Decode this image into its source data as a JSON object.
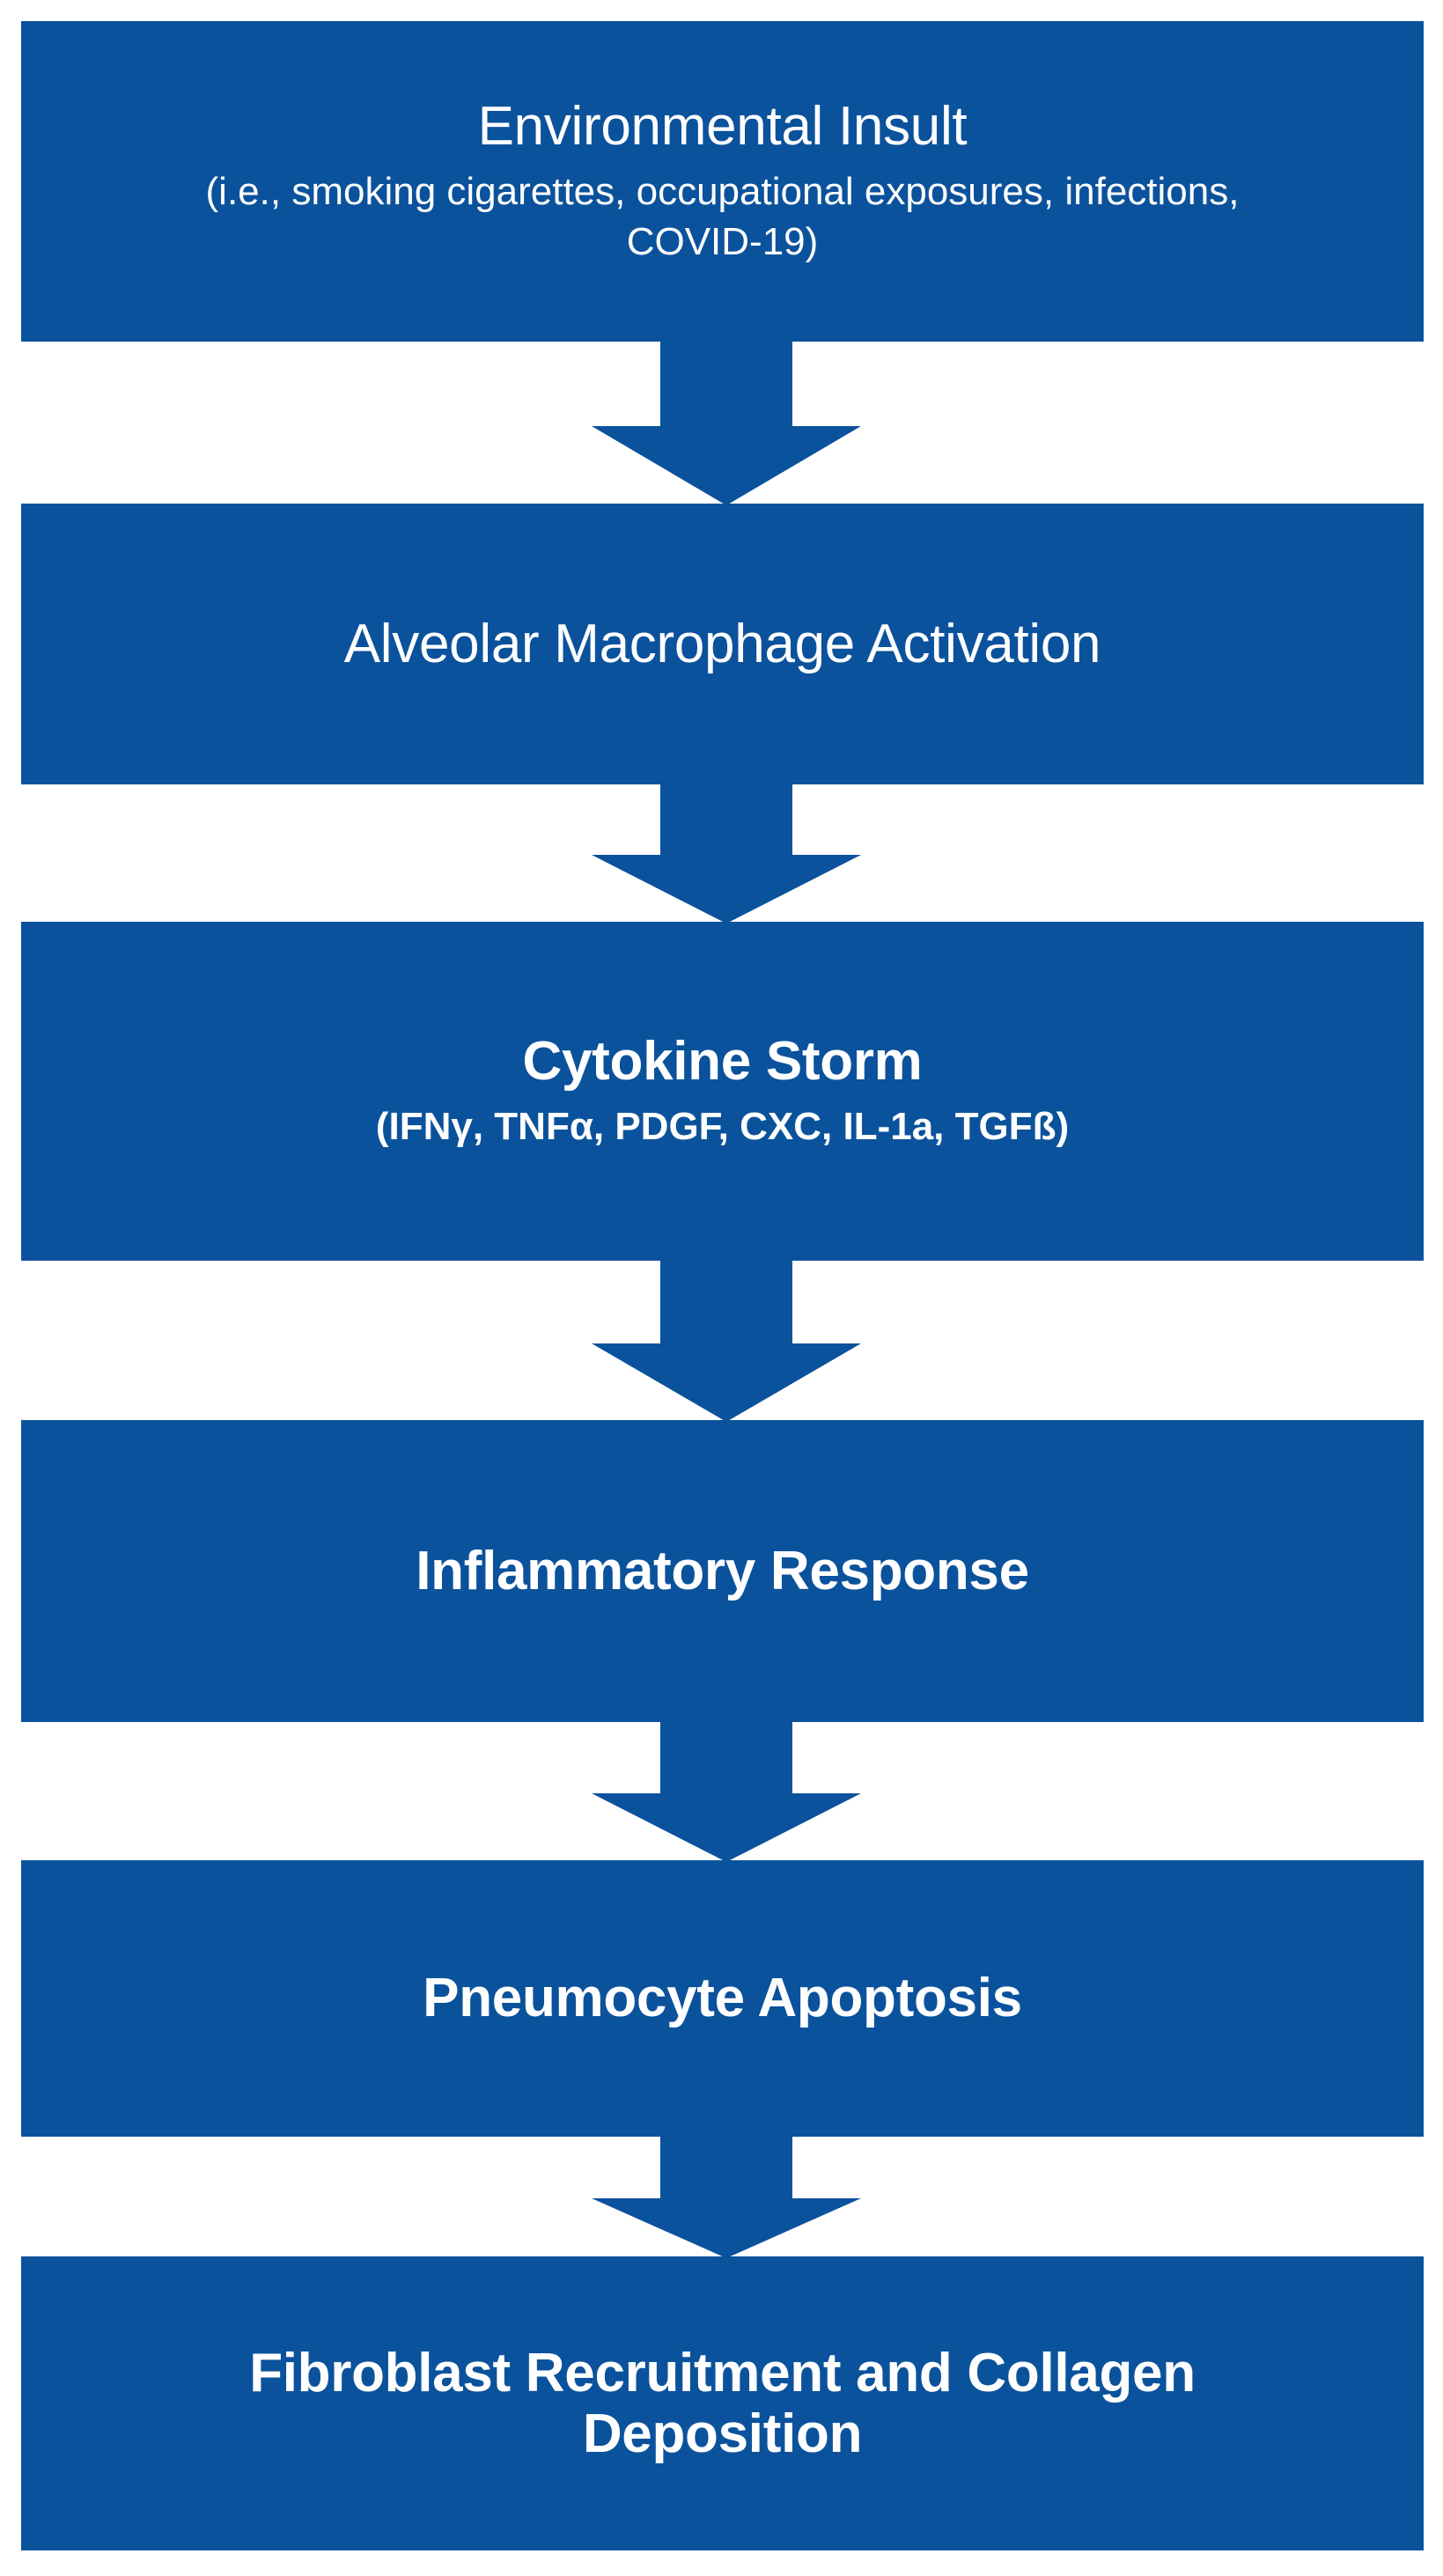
{
  "diagram": {
    "type": "vertical-flowchart",
    "orientation": "top-to-bottom",
    "accent_color": "#0b529c",
    "text_color": "#ffffff",
    "background_color": "#ffffff",
    "node_count": 6,
    "arrow_count": 5,
    "nodes": [
      {
        "id": "environmental-insult",
        "title": "Environmental Insult",
        "subtitle": "(i.e., smoking cigarettes, occupational exposures, infections, COVID-19)"
      },
      {
        "id": "alveolar-macrophage-activation",
        "title": "Alveolar Macrophage Activation",
        "subtitle": ""
      },
      {
        "id": "cytokine-storm",
        "title": "Cytokine Storm",
        "subtitle": "(IFNγ, TNFα, PDGF, CXC, IL-1a, TGFß)"
      },
      {
        "id": "inflammatory-response",
        "title": "Inflammatory Response",
        "subtitle": ""
      },
      {
        "id": "pneumocyte-apoptosis",
        "title": "Pneumocyte Apoptosis",
        "subtitle": ""
      },
      {
        "id": "fibroblast-recruitment",
        "title": "Fibroblast Recruitment and Collagen Deposition",
        "subtitle": ""
      }
    ],
    "arrows": [
      {
        "id": "arrow-insult-to-macrophage",
        "from": "environmental-insult",
        "to": "alveolar-macrophage-activation",
        "glyph": "down-arrow"
      },
      {
        "id": "arrow-macrophage-to-cytokine",
        "from": "alveolar-macrophage-activation",
        "to": "cytokine-storm",
        "glyph": "down-arrow"
      },
      {
        "id": "arrow-cytokine-to-inflammatory",
        "from": "cytokine-storm",
        "to": "inflammatory-response",
        "glyph": "down-arrow"
      },
      {
        "id": "arrow-inflammatory-to-apoptosis",
        "from": "inflammatory-response",
        "to": "pneumocyte-apoptosis",
        "glyph": "down-arrow"
      },
      {
        "id": "arrow-apoptosis-to-fibroblast",
        "from": "pneumocyte-apoptosis",
        "to": "fibroblast-recruitment",
        "glyph": "down-arrow"
      }
    ]
  }
}
